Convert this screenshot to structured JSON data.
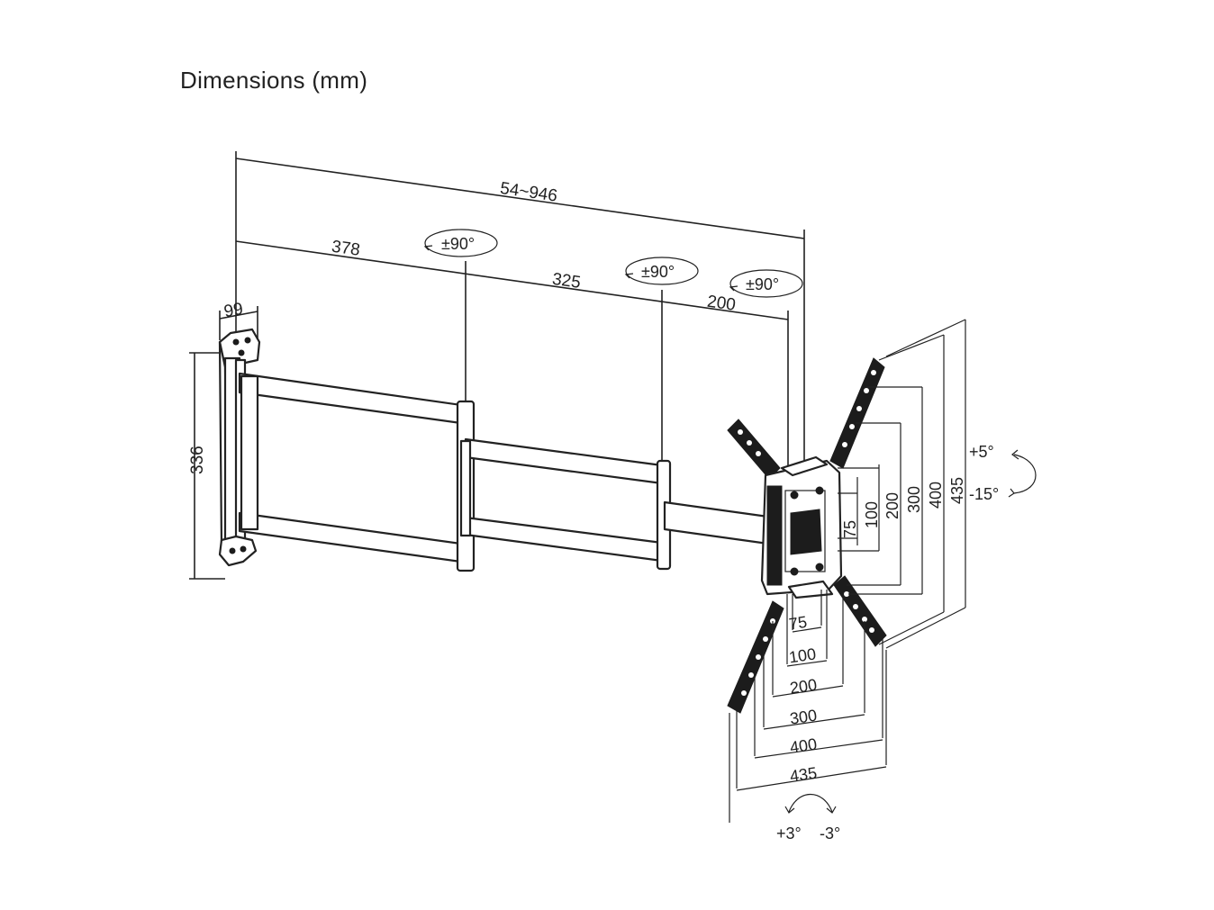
{
  "title": "Dimensions (mm)",
  "dims": {
    "total_reach": "54~946",
    "arm1": "378",
    "arm2": "325",
    "arm3": "200",
    "plate_depth": "99",
    "plate_height": "336"
  },
  "swivel": [
    "±90°",
    "±90°",
    "±90°"
  ],
  "tilt": {
    "up": "+5°",
    "down": "-15°"
  },
  "rotation": {
    "left": "+3°",
    "right": "-3°"
  },
  "vesa_vertical": [
    "75",
    "100",
    "200",
    "300",
    "400",
    "435"
  ],
  "vesa_horizontal": [
    "75",
    "100",
    "200",
    "300",
    "400",
    "435"
  ]
}
